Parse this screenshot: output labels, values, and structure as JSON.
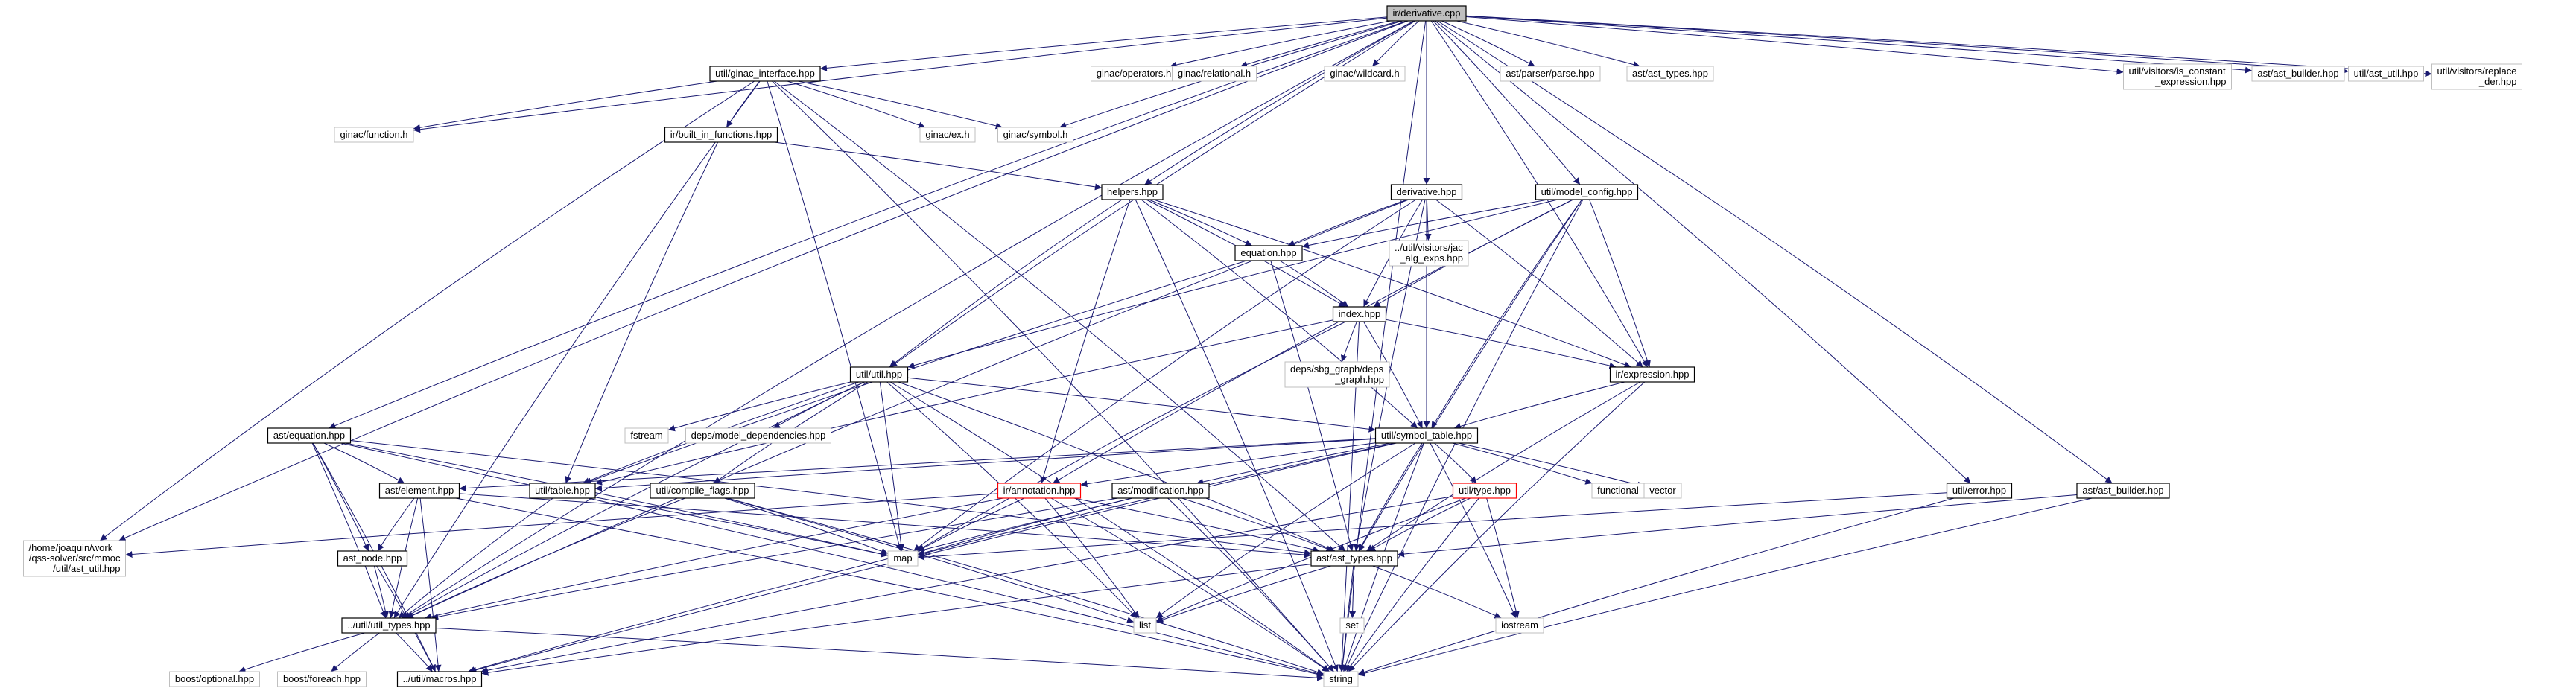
{
  "colors": {
    "edge": "#191970",
    "node_border_normal": "#000000",
    "node_border_external": "#bfbfbf",
    "node_border_highlight": "#ff0000",
    "node_fill": "#ffffff",
    "root_fill": "#bfbfbf",
    "text": "#000000"
  },
  "nodes": [
    {
      "id": "root",
      "lines": [
        "ir/derivative.cpp"
      ],
      "kind": "root"
    },
    {
      "id": "ginac_interface",
      "lines": [
        "util/ginac_interface.hpp"
      ],
      "kind": "normal"
    },
    {
      "id": "ginac_operators",
      "lines": [
        "ginac/operators.h"
      ],
      "kind": "external"
    },
    {
      "id": "ginac_relational",
      "lines": [
        "ginac/relational.h"
      ],
      "kind": "external"
    },
    {
      "id": "ginac_wildcard",
      "lines": [
        "ginac/wildcard.h"
      ],
      "kind": "external"
    },
    {
      "id": "ast_parser",
      "lines": [
        "ast/parser/parse.hpp"
      ],
      "kind": "external"
    },
    {
      "id": "ast_types_ext",
      "lines": [
        "ast/ast_types.hpp"
      ],
      "kind": "external"
    },
    {
      "id": "is_constant",
      "lines": [
        "util/visitors/is_constant",
        "_expression.hpp"
      ],
      "kind": "external"
    },
    {
      "id": "ast_builder_ext",
      "lines": [
        "ast/ast_builder.hpp"
      ],
      "kind": "external"
    },
    {
      "id": "ast_util_ext",
      "lines": [
        "util/ast_util.hpp"
      ],
      "kind": "external"
    },
    {
      "id": "replace_der",
      "lines": [
        "util/visitors/replace",
        "_der.hpp"
      ],
      "kind": "external"
    },
    {
      "id": "ginac_function",
      "lines": [
        "ginac/function.h"
      ],
      "kind": "external"
    },
    {
      "id": "built_in",
      "lines": [
        "ir/built_in_functions.hpp"
      ],
      "kind": "normal"
    },
    {
      "id": "ginac_ex",
      "lines": [
        "ginac/ex.h"
      ],
      "kind": "external"
    },
    {
      "id": "ginac_symbol",
      "lines": [
        "ginac/symbol.h"
      ],
      "kind": "external"
    },
    {
      "id": "helpers",
      "lines": [
        "helpers.hpp"
      ],
      "kind": "normal"
    },
    {
      "id": "derivative_hpp",
      "lines": [
        "derivative.hpp"
      ],
      "kind": "normal"
    },
    {
      "id": "model_config",
      "lines": [
        "util/model_config.hpp"
      ],
      "kind": "normal"
    },
    {
      "id": "equation_hpp",
      "lines": [
        "equation.hpp"
      ],
      "kind": "normal"
    },
    {
      "id": "jac_alg",
      "lines": [
        "../util/visitors/jac",
        "_alg_exps.hpp"
      ],
      "kind": "external"
    },
    {
      "id": "index_hpp",
      "lines": [
        "index.hpp"
      ],
      "kind": "normal"
    },
    {
      "id": "sbg_graph",
      "lines": [
        "deps/sbg_graph/deps",
        "_graph.hpp"
      ],
      "kind": "external"
    },
    {
      "id": "ir_expression",
      "lines": [
        "ir/expression.hpp"
      ],
      "kind": "normal"
    },
    {
      "id": "util_util",
      "lines": [
        "util/util.hpp"
      ],
      "kind": "normal"
    },
    {
      "id": "fstream",
      "lines": [
        "fstream"
      ],
      "kind": "external"
    },
    {
      "id": "model_deps",
      "lines": [
        "deps/model_dependencies.hpp"
      ],
      "kind": "external"
    },
    {
      "id": "symbol_table",
      "lines": [
        "util/symbol_table.hpp"
      ],
      "kind": "normal"
    },
    {
      "id": "ast_equation",
      "lines": [
        "ast/equation.hpp"
      ],
      "kind": "normal"
    },
    {
      "id": "ast_element",
      "lines": [
        "ast/element.hpp"
      ],
      "kind": "normal"
    },
    {
      "id": "util_table",
      "lines": [
        "util/table.hpp"
      ],
      "kind": "normal"
    },
    {
      "id": "compile_flags",
      "lines": [
        "util/compile_flags.hpp"
      ],
      "kind": "normal"
    },
    {
      "id": "ir_annotation",
      "lines": [
        "ir/annotation.hpp"
      ],
      "kind": "highlight"
    },
    {
      "id": "ast_modification",
      "lines": [
        "ast/modification.hpp"
      ],
      "kind": "normal"
    },
    {
      "id": "util_type",
      "lines": [
        "util/type.hpp"
      ],
      "kind": "highlight"
    },
    {
      "id": "functional",
      "lines": [
        "functional"
      ],
      "kind": "external"
    },
    {
      "id": "vector",
      "lines": [
        "vector"
      ],
      "kind": "external"
    },
    {
      "id": "util_error",
      "lines": [
        "util/error.hpp"
      ],
      "kind": "normal"
    },
    {
      "id": "ast_builder",
      "lines": [
        "ast/ast_builder.hpp"
      ],
      "kind": "normal"
    },
    {
      "id": "home_ast_util",
      "lines": [
        "/home/joaquin/work",
        "/qss-solver/src/mmoc",
        "/util/ast_util.hpp"
      ],
      "kind": "external"
    },
    {
      "id": "ast_node",
      "lines": [
        "ast_node.hpp"
      ],
      "kind": "normal"
    },
    {
      "id": "map",
      "lines": [
        "map"
      ],
      "kind": "external"
    },
    {
      "id": "ast_types",
      "lines": [
        "ast/ast_types.hpp"
      ],
      "kind": "normal"
    },
    {
      "id": "util_types",
      "lines": [
        "../util/util_types.hpp"
      ],
      "kind": "normal"
    },
    {
      "id": "set",
      "lines": [
        "set"
      ],
      "kind": "external"
    },
    {
      "id": "iostream",
      "lines": [
        "iostream"
      ],
      "kind": "external"
    },
    {
      "id": "list",
      "lines": [
        "list"
      ],
      "kind": "external"
    },
    {
      "id": "boost_optional",
      "lines": [
        "boost/optional.hpp"
      ],
      "kind": "external"
    },
    {
      "id": "boost_foreach",
      "lines": [
        "boost/foreach.hpp"
      ],
      "kind": "external"
    },
    {
      "id": "macros",
      "lines": [
        "../util/macros.hpp"
      ],
      "kind": "normal"
    },
    {
      "id": "string",
      "lines": [
        "string"
      ],
      "kind": "external"
    }
  ],
  "edges": [
    [
      "root",
      "ginac_interface"
    ],
    [
      "root",
      "ginac_operators"
    ],
    [
      "root",
      "ginac_relational"
    ],
    [
      "root",
      "ginac_wildcard"
    ],
    [
      "root",
      "ast_parser"
    ],
    [
      "root",
      "ast_types_ext"
    ],
    [
      "root",
      "is_constant"
    ],
    [
      "root",
      "ast_builder_ext"
    ],
    [
      "root",
      "ast_util_ext"
    ],
    [
      "root",
      "replace_der"
    ],
    [
      "root",
      "ginac_function"
    ],
    [
      "root",
      "ginac_symbol"
    ],
    [
      "root",
      "helpers"
    ],
    [
      "root",
      "derivative_hpp"
    ],
    [
      "root",
      "model_config"
    ],
    [
      "root",
      "util_util"
    ],
    [
      "root",
      "ast_equation"
    ],
    [
      "root",
      "ir_expression"
    ],
    [
      "root",
      "symbol_table"
    ],
    [
      "root",
      "util_error"
    ],
    [
      "root",
      "ast_builder"
    ],
    [
      "root",
      "home_ast_util"
    ],
    [
      "root",
      "util_types"
    ],
    [
      "root",
      "string"
    ],
    [
      "ginac_interface",
      "ginac_function"
    ],
    [
      "ginac_interface",
      "built_in"
    ],
    [
      "ginac_interface",
      "ginac_ex"
    ],
    [
      "ginac_interface",
      "ginac_symbol"
    ],
    [
      "ginac_interface",
      "map"
    ],
    [
      "ginac_interface",
      "ast_types"
    ],
    [
      "ginac_interface",
      "string"
    ],
    [
      "ginac_interface",
      "home_ast_util"
    ],
    [
      "ginac_interface",
      "util_types"
    ],
    [
      "built_in",
      "helpers"
    ],
    [
      "built_in",
      "util_table"
    ],
    [
      "helpers",
      "equation_hpp"
    ],
    [
      "helpers",
      "index_hpp"
    ],
    [
      "helpers",
      "ir_expression"
    ],
    [
      "helpers",
      "util_util"
    ],
    [
      "helpers",
      "symbol_table"
    ],
    [
      "helpers",
      "ir_annotation"
    ],
    [
      "helpers",
      "string"
    ],
    [
      "derivative_hpp",
      "equation_hpp"
    ],
    [
      "derivative_hpp",
      "jac_alg"
    ],
    [
      "derivative_hpp",
      "index_hpp"
    ],
    [
      "derivative_hpp",
      "ir_expression"
    ],
    [
      "derivative_hpp",
      "map"
    ],
    [
      "derivative_hpp",
      "ast_types"
    ],
    [
      "derivative_hpp",
      "util_types"
    ],
    [
      "model_config",
      "equation_hpp"
    ],
    [
      "model_config",
      "index_hpp"
    ],
    [
      "model_config",
      "ir_expression"
    ],
    [
      "model_config",
      "util_util"
    ],
    [
      "model_config",
      "symbol_table"
    ],
    [
      "model_config",
      "ast_types"
    ],
    [
      "model_config",
      "ir_annotation"
    ],
    [
      "model_config",
      "string"
    ],
    [
      "equation_hpp",
      "index_hpp"
    ],
    [
      "equation_hpp",
      "ast_types"
    ],
    [
      "equation_hpp",
      "util_table"
    ],
    [
      "index_hpp",
      "sbg_graph"
    ],
    [
      "index_hpp",
      "ir_expression"
    ],
    [
      "index_hpp",
      "symbol_table"
    ],
    [
      "index_hpp",
      "map"
    ],
    [
      "index_hpp",
      "util_table"
    ],
    [
      "index_hpp",
      "string"
    ],
    [
      "ir_expression",
      "symbol_table"
    ],
    [
      "ir_expression",
      "ast_types"
    ],
    [
      "ir_expression",
      "string"
    ],
    [
      "util_util",
      "fstream"
    ],
    [
      "util_util",
      "model_deps"
    ],
    [
      "util_util",
      "symbol_table"
    ],
    [
      "util_util",
      "util_table"
    ],
    [
      "util_util",
      "compile_flags"
    ],
    [
      "util_util",
      "map"
    ],
    [
      "util_util",
      "ast_types"
    ],
    [
      "util_util",
      "util_types"
    ],
    [
      "util_util",
      "list"
    ],
    [
      "util_util",
      "string"
    ],
    [
      "symbol_table",
      "ast_element"
    ],
    [
      "symbol_table",
      "util_table"
    ],
    [
      "symbol_table",
      "ir_annotation"
    ],
    [
      "symbol_table",
      "ast_modification"
    ],
    [
      "symbol_table",
      "util_type"
    ],
    [
      "symbol_table",
      "functional"
    ],
    [
      "symbol_table",
      "vector"
    ],
    [
      "symbol_table",
      "ast_types"
    ],
    [
      "symbol_table",
      "map"
    ],
    [
      "symbol_table",
      "list"
    ],
    [
      "symbol_table",
      "iostream"
    ],
    [
      "symbol_table",
      "string"
    ],
    [
      "symbol_table",
      "macros"
    ],
    [
      "ast_equation",
      "ast_element"
    ],
    [
      "ast_equation",
      "ast_node"
    ],
    [
      "ast_equation",
      "ast_types"
    ],
    [
      "ast_equation",
      "util_types"
    ],
    [
      "ast_equation",
      "macros"
    ],
    [
      "ast_equation",
      "string"
    ],
    [
      "ast_equation",
      "map"
    ],
    [
      "ast_element",
      "ast_node"
    ],
    [
      "ast_element",
      "ast_types"
    ],
    [
      "ast_element",
      "util_types"
    ],
    [
      "ast_element",
      "macros"
    ],
    [
      "ast_element",
      "string"
    ],
    [
      "util_table",
      "map"
    ],
    [
      "util_table",
      "util_types"
    ],
    [
      "compile_flags",
      "map"
    ],
    [
      "compile_flags",
      "list"
    ],
    [
      "compile_flags",
      "string"
    ],
    [
      "compile_flags",
      "util_types"
    ],
    [
      "ir_annotation",
      "home_ast_util"
    ],
    [
      "ir_annotation",
      "map"
    ],
    [
      "ir_annotation",
      "ast_types"
    ],
    [
      "ir_annotation",
      "list"
    ],
    [
      "ir_annotation",
      "string"
    ],
    [
      "ir_annotation",
      "util_types"
    ],
    [
      "ast_modification",
      "ast_types"
    ],
    [
      "ast_modification",
      "map"
    ],
    [
      "ast_modification",
      "string"
    ],
    [
      "ast_modification",
      "util_types"
    ],
    [
      "ast_modification",
      "macros"
    ],
    [
      "util_type",
      "ast_types"
    ],
    [
      "util_type",
      "iostream"
    ],
    [
      "util_type",
      "list"
    ],
    [
      "util_type",
      "string"
    ],
    [
      "util_type",
      "macros"
    ],
    [
      "util_error",
      "map"
    ],
    [
      "util_error",
      "string"
    ],
    [
      "ast_builder",
      "ast_types"
    ],
    [
      "ast_builder",
      "string"
    ],
    [
      "ast_node",
      "util_types"
    ],
    [
      "ast_node",
      "macros"
    ],
    [
      "ast_types",
      "set"
    ],
    [
      "ast_types",
      "list"
    ],
    [
      "ast_types",
      "iostream"
    ],
    [
      "ast_types",
      "string"
    ],
    [
      "ast_types",
      "macros"
    ],
    [
      "util_types",
      "boost_optional"
    ],
    [
      "util_types",
      "boost_foreach"
    ],
    [
      "util_types",
      "macros"
    ],
    [
      "util_types",
      "string"
    ]
  ]
}
